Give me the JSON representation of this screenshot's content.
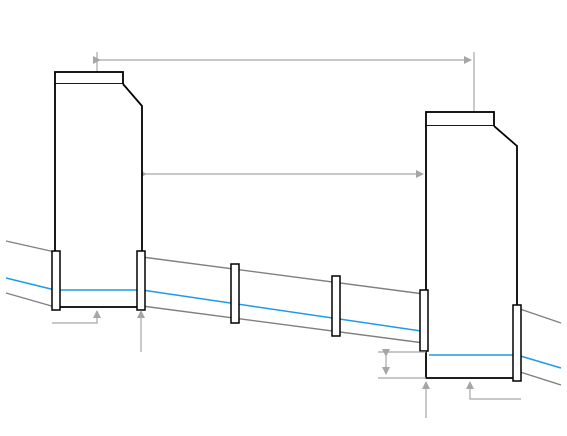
{
  "diagram": {
    "type": "sewer-profile-with-manholes",
    "texts": [],
    "colors": {
      "outline": "#000000",
      "pipe": "#808080",
      "water": "#1e9be6",
      "dimension": "#a6a6a6",
      "background": "#ffffff"
    },
    "elements": {
      "manholes": 2,
      "pipe_joints": 2,
      "dimension_lines": 2,
      "depth_marker": 1,
      "leader_arrows": 3
    }
  }
}
